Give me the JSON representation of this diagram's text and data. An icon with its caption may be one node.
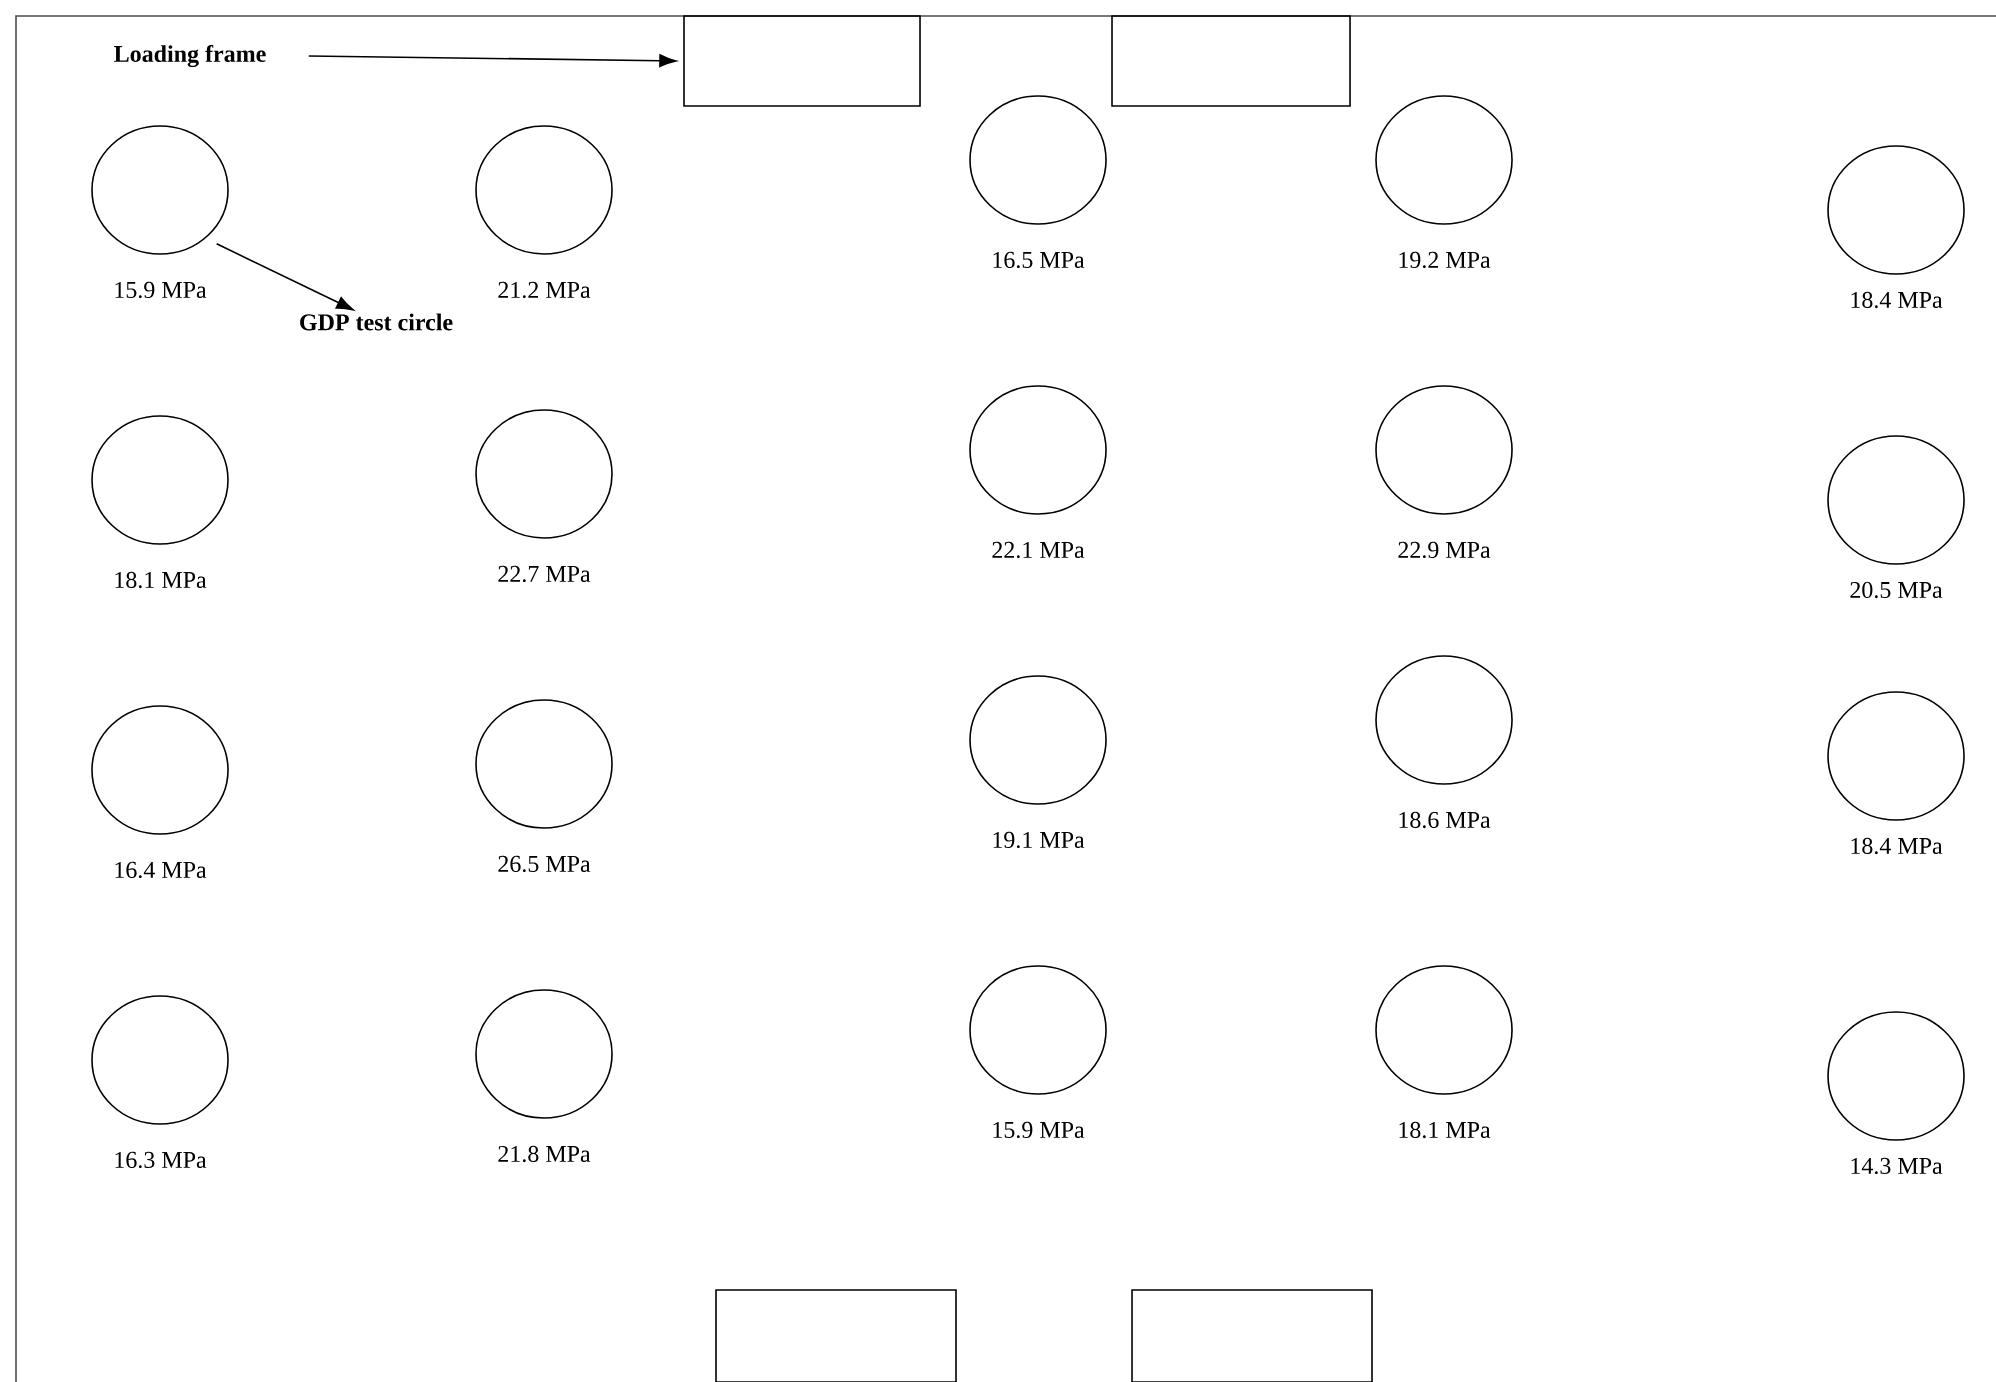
{
  "diagram": {
    "nodes": [
      {
        "text": [
          "Loading frame"
        ]
      },
      {
        "text": [],
        "shape": "box"
      },
      {
        "text": [],
        "shape": "box"
      },
      {
        "text": [],
        "shape": "circle",
        "beside": [
          "15.9 MPa"
        ]
      },
      {
        "text": [],
        "shape": "circle",
        "beside": [
          "21.2 MPa"
        ]
      },
      {
        "text": [],
        "shape": "circle",
        "beside": [
          "16.5 MPa"
        ]
      },
      {
        "text": [],
        "shape": "circle",
        "beside": [
          "19.2 MPa"
        ]
      },
      {
        "text": [],
        "shape": "circle",
        "beside": [
          "18.4 MPa"
        ]
      },
      {
        "text": [
          "GDP test circle"
        ]
      },
      {
        "text": [],
        "shape": "circle",
        "beside": [
          "18.1 MPa"
        ]
      },
      {
        "text": [],
        "shape": "circle",
        "beside": [
          "22.7 MPa"
        ]
      },
      {
        "text": [],
        "shape": "circle",
        "beside": [
          "22.1 MPa"
        ]
      },
      {
        "text": [],
        "shape": "circle",
        "beside": [
          "22.9 MPa"
        ]
      },
      {
        "text": [],
        "shape": "circle",
        "beside": [
          "20.5 MPa"
        ]
      },
      {
        "text": [],
        "shape": "circle",
        "beside": [
          "16.4 MPa"
        ]
      },
      {
        "text": [],
        "shape": "circle",
        "beside": [
          "26.5 MPa"
        ]
      },
      {
        "text": [],
        "shape": "circle",
        "beside": [
          "19.1 MPa"
        ]
      },
      {
        "text": [],
        "shape": "circle",
        "beside": [
          "18.6 MPa"
        ]
      },
      {
        "text": [],
        "shape": "circle",
        "beside": [
          "18.4 MPa"
        ]
      },
      {
        "text": [],
        "shape": "circle",
        "beside": [
          "16.3 MPa"
        ]
      },
      {
        "text": [],
        "shape": "circle",
        "beside": [
          "21.8 MPa"
        ]
      },
      {
        "text": [],
        "shape": "circle",
        "beside": [
          "15.9 MPa"
        ]
      },
      {
        "text": [],
        "shape": "circle",
        "beside": [
          "18.1 MPa"
        ]
      },
      {
        "text": [],
        "shape": "circle",
        "beside": [
          "14.3 MPa"
        ]
      },
      {
        "text": [],
        "shape": "box"
      },
      {
        "text": [],
        "shape": "box"
      }
    ],
    "edges": [
      {
        "from": 0,
        "to": 1,
        "arrow": "to"
      },
      {
        "from": 3,
        "to": 8,
        "arrow": "to"
      }
    ]
  }
}
